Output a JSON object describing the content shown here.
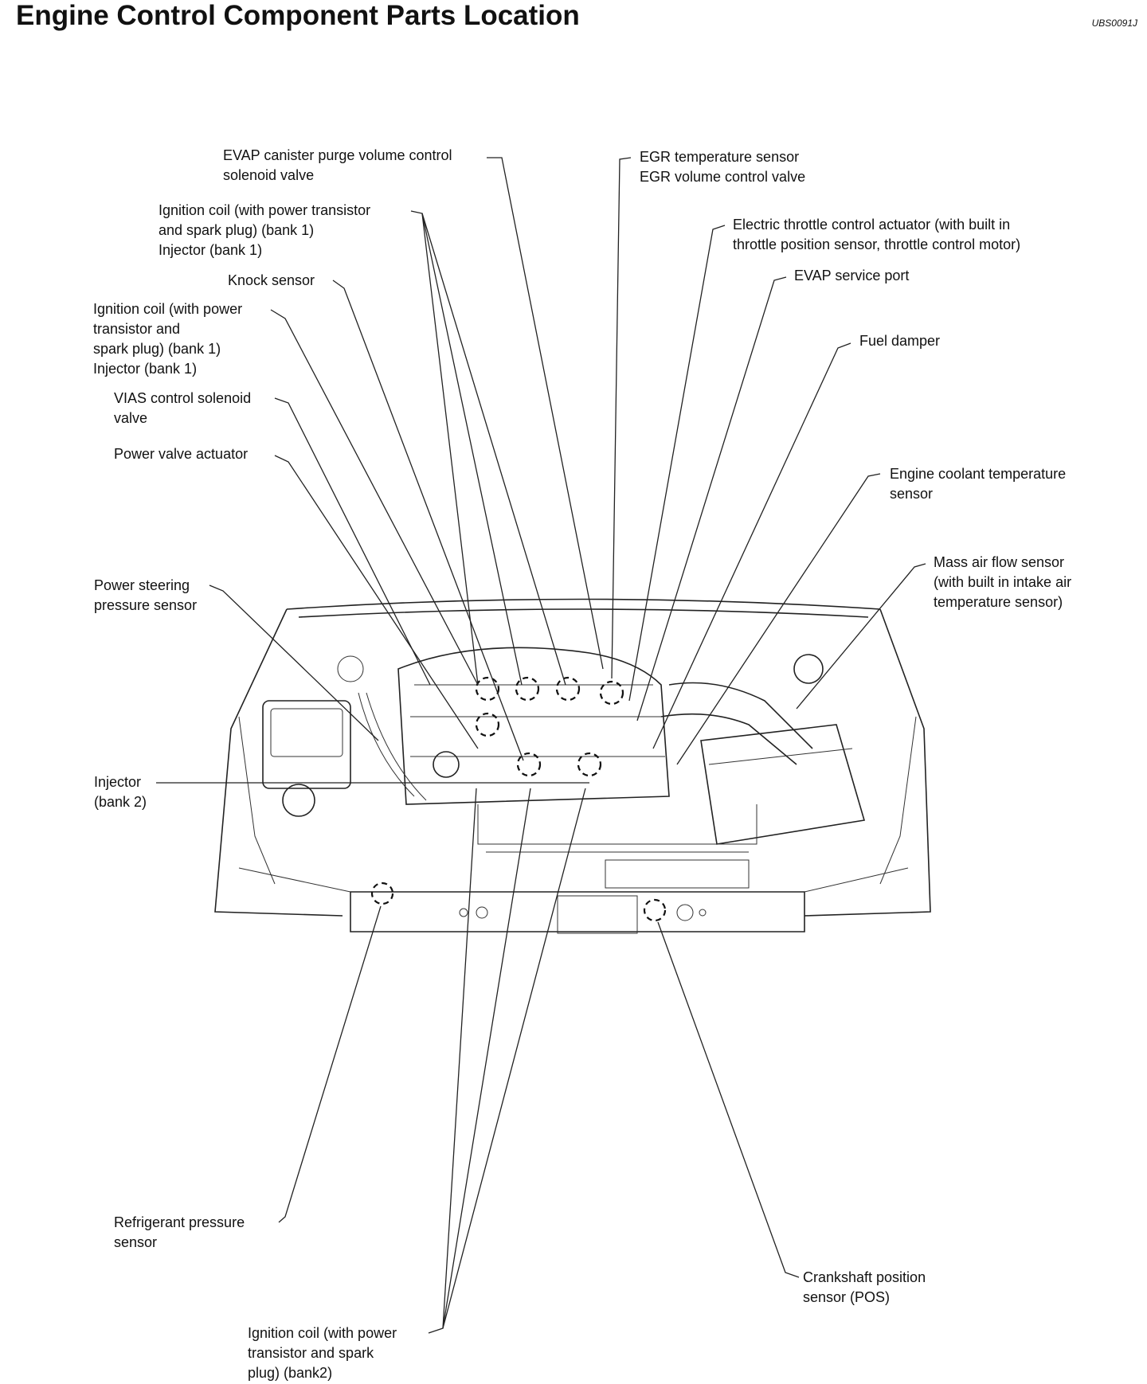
{
  "title": "Engine Control Component Parts Location",
  "figure_ref": "UBS0091J",
  "labels": {
    "evap_canister": "EVAP canister purge volume control\nsolenoid valve",
    "ign_coil_top": "Ignition coil (with power transistor\nand spark plug) (bank 1)\nInjector (bank 1)",
    "knock_sensor": "Knock sensor",
    "ign_coil_left": "Ignition coil (with power\ntransistor and\nspark plug) (bank 1)\nInjector (bank 1)",
    "vias": "VIAS control solenoid\nvalve",
    "power_valve": "Power valve actuator",
    "ps_pressure": "Power steering\npressure sensor",
    "injector_bank2": "Injector\n(bank 2)",
    "refrigerant": "Refrigerant pressure\nsensor",
    "ign_coil_bank2": "Ignition coil (with power\ntransistor and spark\nplug) (bank2)",
    "egr": "EGR temperature sensor\nEGR volume control valve",
    "throttle": "Electric throttle control actuator (with built in\nthrottle position sensor, throttle control motor)",
    "evap_port": "EVAP service port",
    "fuel_damper": "Fuel damper",
    "coolant": "Engine coolant temperature\nsensor",
    "maf": "Mass air flow sensor\n(with built in intake air\ntemperature sensor)",
    "crankshaft": "Crankshaft position\nsensor (POS)"
  }
}
